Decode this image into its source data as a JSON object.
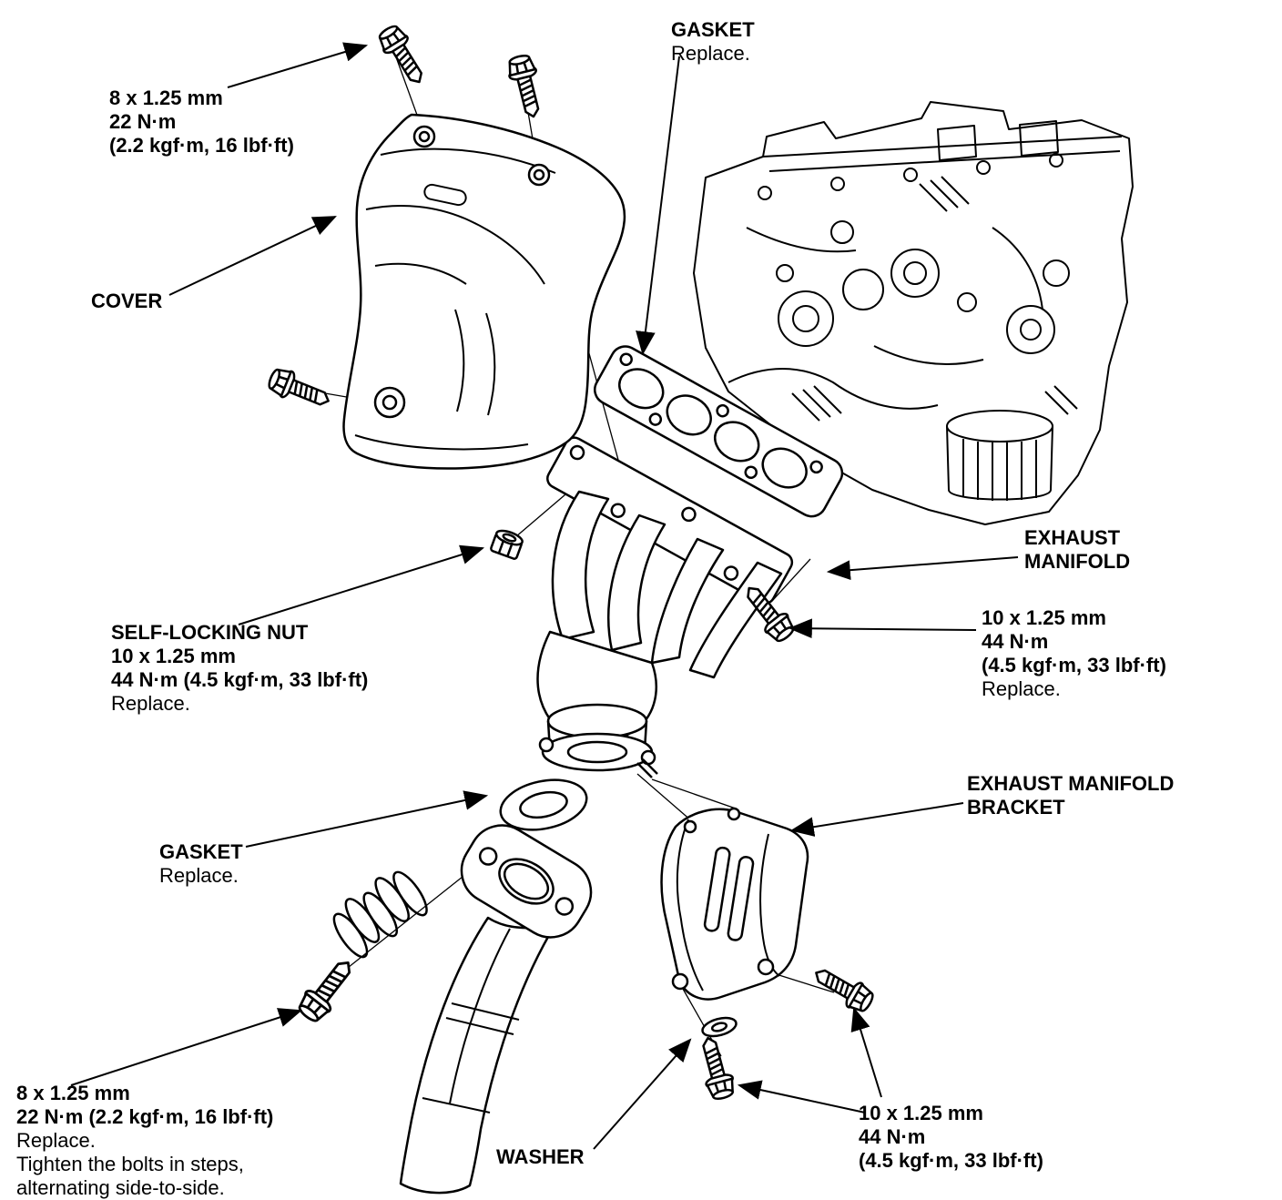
{
  "labels": {
    "top_bolt": {
      "lines": [
        "8 x 1.25 mm",
        "22 N·m",
        "(2.2 kgf·m, 16 lbf·ft)"
      ]
    },
    "gasket_top": {
      "lines": [
        "GASKET",
        "Replace."
      ]
    },
    "cover": {
      "lines": [
        "COVER"
      ]
    },
    "self_locking_nut": {
      "lines": [
        "SELF-LOCKING NUT",
        "10 x 1.25 mm",
        "44 N·m (4.5 kgf·m, 33 lbf·ft)",
        "Replace."
      ]
    },
    "exhaust_manifold": {
      "lines": [
        "EXHAUST",
        "MANIFOLD"
      ]
    },
    "manifold_bolt": {
      "lines": [
        "10 x 1.25 mm",
        "44 N·m",
        "(4.5 kgf·m, 33 lbf·ft)",
        "Replace."
      ]
    },
    "bracket": {
      "lines": [
        "EXHAUST MANIFOLD",
        "BRACKET"
      ]
    },
    "gasket_lower": {
      "lines": [
        "GASKET",
        "Replace."
      ]
    },
    "bottom_left_bolt": {
      "lines": [
        "8 x 1.25 mm",
        "22 N·m (2.2 kgf·m, 16 lbf·ft)",
        "Replace.",
        "Tighten the bolts in steps,",
        "alternating side-to-side."
      ]
    },
    "washer": {
      "lines": [
        "WASHER"
      ]
    },
    "bracket_bolt": {
      "lines": [
        "10 x 1.25 mm",
        "44 N·m",
        "(4.5 kgf·m, 33 lbf·ft)"
      ]
    }
  },
  "colors": {
    "line": "#000000",
    "background": "#ffffff"
  }
}
